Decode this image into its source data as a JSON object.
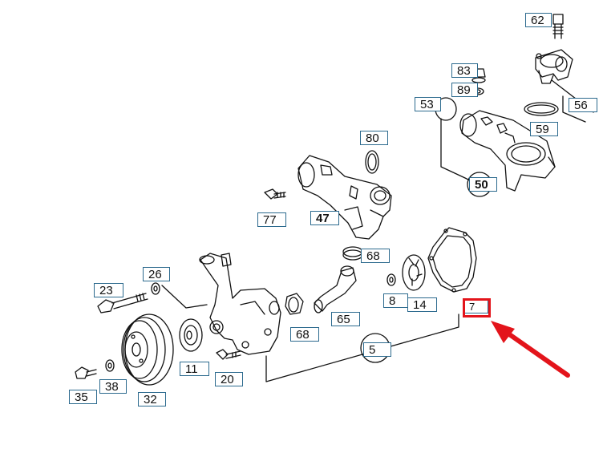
{
  "diagram": {
    "callouts": {
      "c62": "62",
      "c83": "83",
      "c89": "89",
      "c53": "53",
      "c56": "56",
      "c59": "59",
      "c50": "50",
      "c80": "80",
      "c47": "47",
      "c77": "77",
      "c68a": "68",
      "c26": "26",
      "c23": "23",
      "c8": "8",
      "c14": "14",
      "c65": "65",
      "c68b": "68",
      "c5": "5",
      "c11": "11",
      "c20": "20",
      "c35": "35",
      "c38": "38",
      "c32": "32",
      "c7": "7"
    },
    "highlighted_part": "7",
    "colors": {
      "highlight": "#e3141b",
      "label_border": "#2c6a8e",
      "line": "#111111"
    }
  }
}
